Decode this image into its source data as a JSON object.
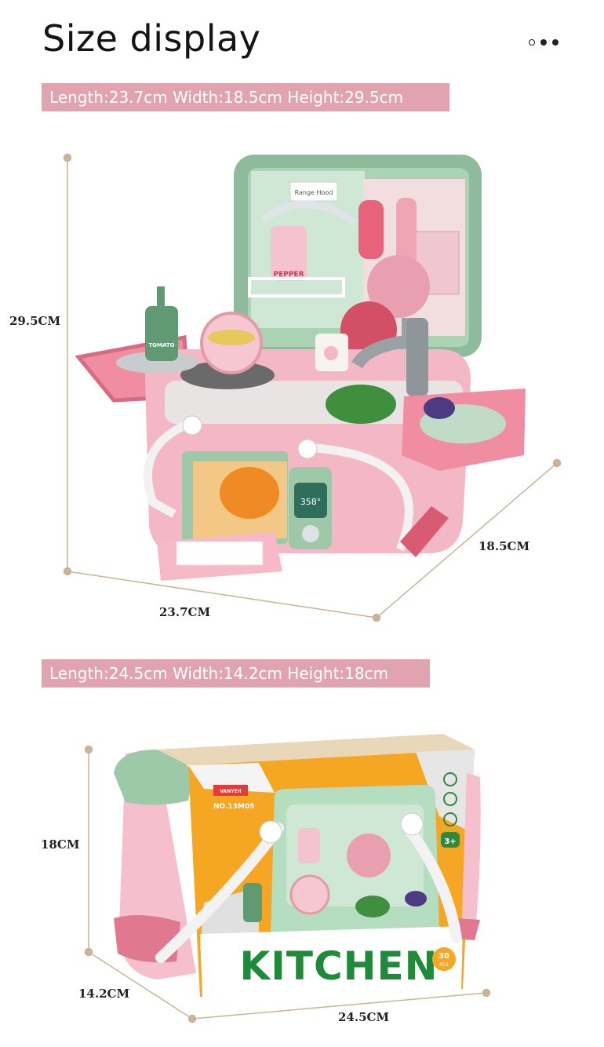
{
  "header": {
    "title": "Size display"
  },
  "pagination": {
    "total": 3,
    "active": 1
  },
  "product": {
    "banner": "Length:23.7cm  Width:18.5cm  Height:29.5cm",
    "height_label": "29.5CM",
    "length_label": "23.7CM",
    "width_label": "18.5CM",
    "range_hood_label": "Range Hood",
    "pepper_label": "PEPPER",
    "tomato_label": "TOMATO",
    "temp_label": "358°"
  },
  "package": {
    "banner": "Length:24.5cm  Width:14.2cm  Height:18cm",
    "height_label": "18CM",
    "width_label": "14.2CM",
    "length_label": "24.5CM",
    "brand": "VANYEH",
    "model": "NO.13M05",
    "title": "KITCHEN",
    "pcs": "30",
    "pcs_unit": "PCS",
    "age": "3+"
  },
  "colors": {
    "banner_bg": "#e2a3b1",
    "measure_line": "#c9b49a",
    "toy_pink": "#f2b8c6",
    "toy_green": "#7fae8e",
    "box_orange": "#f5a623",
    "kitchen_green": "#1f8a3a"
  }
}
